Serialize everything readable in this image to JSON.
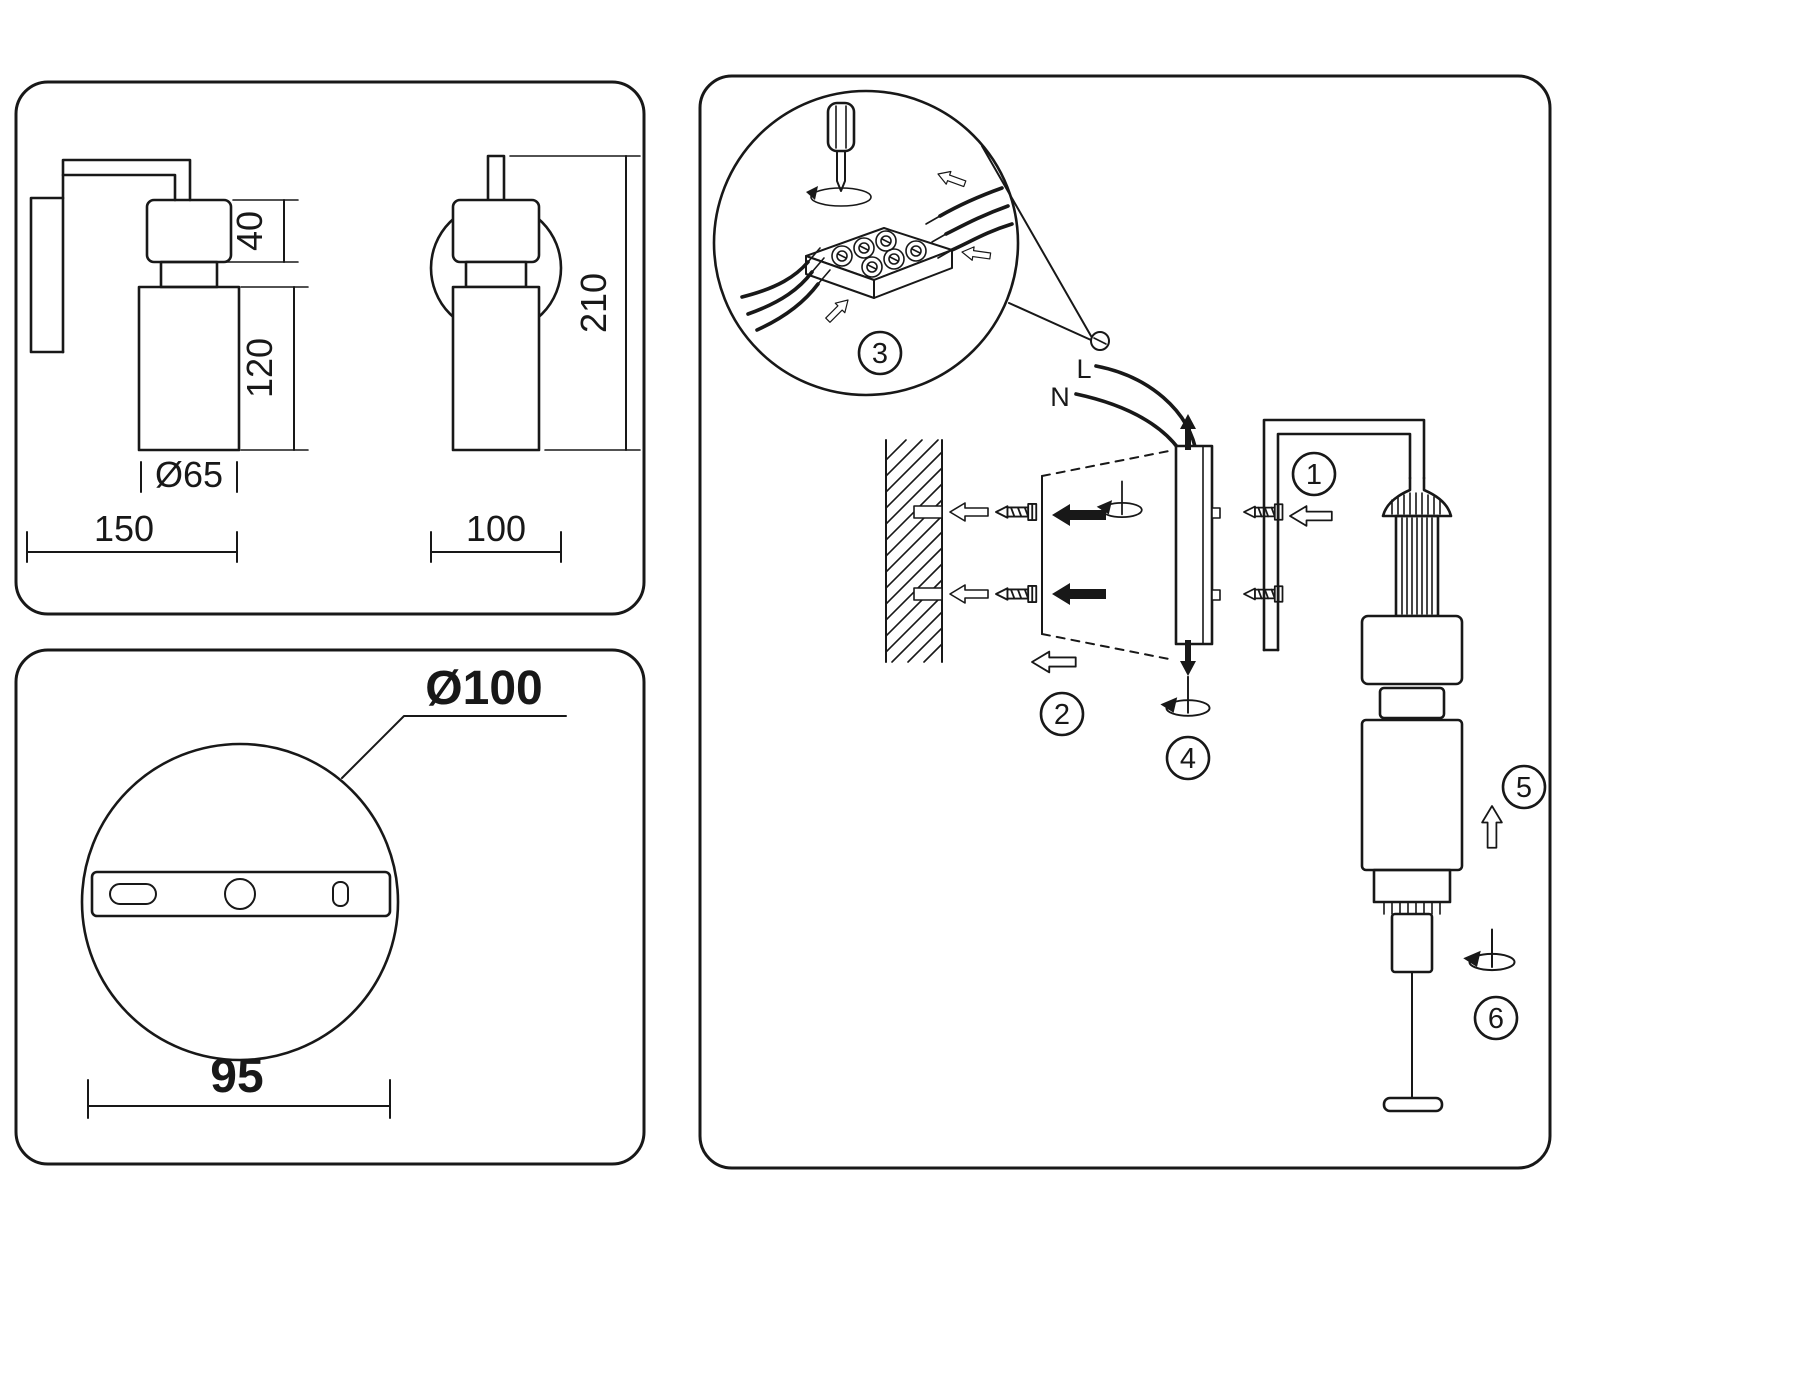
{
  "colors": {
    "ink": "#181818",
    "paper": "#ffffff"
  },
  "side_view": {
    "head_height": "40",
    "shade_height": "120",
    "shade_diameter": "Ø65",
    "overall_width": "150"
  },
  "front_view": {
    "overall_height": "210",
    "overall_width": "100"
  },
  "base_plate": {
    "plate_diameter": "Ø100",
    "hole_spacing": "95"
  },
  "installation": {
    "wire_live_label": "L",
    "wire_neutral_label": "N",
    "steps": [
      {
        "label": "1"
      },
      {
        "label": "2"
      },
      {
        "label": "3"
      },
      {
        "label": "4"
      },
      {
        "label": "5"
      },
      {
        "label": "6"
      }
    ]
  }
}
